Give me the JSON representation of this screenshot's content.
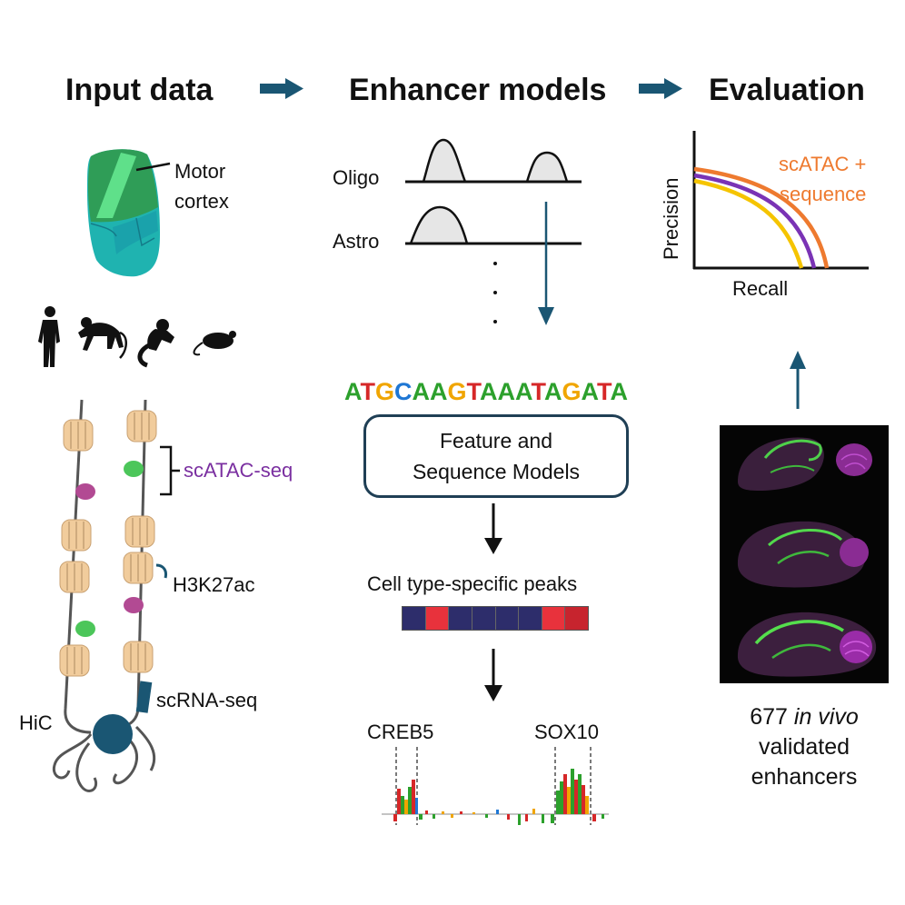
{
  "headers": {
    "input": "Input data",
    "models": "Enhancer models",
    "evaluation": "Evaluation"
  },
  "brain": {
    "label_line1": "Motor",
    "label_line2": "cortex"
  },
  "chromatin": {
    "scatac": "scATAC-seq",
    "h3k27ac": "H3K27ac",
    "scrna": "scRNA-seq",
    "hic": "HiC"
  },
  "tracks": {
    "oligo": "Oligo",
    "astro": "Astro"
  },
  "sequence": [
    {
      "base": "A",
      "color": "#2ca02c"
    },
    {
      "base": "T",
      "color": "#d62728"
    },
    {
      "base": "G",
      "color": "#f0a500"
    },
    {
      "base": "C",
      "color": "#1f77d4"
    },
    {
      "base": "A",
      "color": "#2ca02c"
    },
    {
      "base": "A",
      "color": "#2ca02c"
    },
    {
      "base": "G",
      "color": "#f0a500"
    },
    {
      "base": "T",
      "color": "#d62728"
    },
    {
      "base": "A",
      "color": "#2ca02c"
    },
    {
      "base": "A",
      "color": "#2ca02c"
    },
    {
      "base": "A",
      "color": "#2ca02c"
    },
    {
      "base": "T",
      "color": "#d62728"
    },
    {
      "base": "A",
      "color": "#2ca02c"
    },
    {
      "base": "G",
      "color": "#f0a500"
    },
    {
      "base": "A",
      "color": "#2ca02c"
    },
    {
      "base": "T",
      "color": "#d62728"
    },
    {
      "base": "A",
      "color": "#2ca02c"
    }
  ],
  "model_box": {
    "line1": "Feature and",
    "line2": "Sequence Models"
  },
  "peaks": {
    "label": "Cell type-specific peaks",
    "cells": [
      "#2d2d6b",
      "#e8323c",
      "#2d2d6b",
      "#2d2d6b",
      "#2d2d6b",
      "#2d2d6b",
      "#e8323c",
      "#c7242e"
    ]
  },
  "motifs": {
    "left": "CREB5",
    "right": "SOX10"
  },
  "pr_plot": {
    "ylabel": "Precision",
    "xlabel": "Recall",
    "legend_line1": "scATAC +",
    "legend_line2": "sequence",
    "legend_color": "#ee7a2f",
    "curve_colors": [
      "#f5c400",
      "#7a33b5",
      "#ee7a2f"
    ]
  },
  "validation": {
    "count": "677",
    "in_vivo": "in vivo",
    "line2": "validated",
    "line3": "enhancers"
  },
  "colors": {
    "arrow": "#1a5673",
    "node": "#1a5673",
    "nucleosome": "#f1cc9c",
    "green_dot": "#4cc65a",
    "magenta_dot": "#b24a93",
    "scatac_label": "#7a2fa0"
  }
}
